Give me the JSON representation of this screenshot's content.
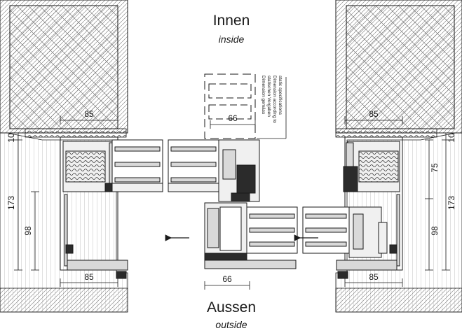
{
  "labels": {
    "inside_de": "Innen",
    "inside_en": "inside",
    "outside_de": "Aussen",
    "outside_en": "outside"
  },
  "note": {
    "line1": "Dimension gemäss",
    "line2": "statischen Vorgaben",
    "line3": "Dimension according to",
    "line4": "static specifications"
  },
  "dimensions": {
    "left_top_width": "85",
    "left_bottom_width": "85",
    "right_top_width": "85",
    "right_bottom_width": "85",
    "center_top_width": "66",
    "center_bottom_width": "66",
    "left_small": "10",
    "left_height": "173",
    "left_lower": "98",
    "right_small": "10",
    "right_mid": "75",
    "right_height": "173",
    "right_lower": "98"
  },
  "colors": {
    "line": "#1a1a1a",
    "hatch": "#555555",
    "profile_fill": "#d9d9d9",
    "gasket_fill": "#2b2b2b"
  }
}
